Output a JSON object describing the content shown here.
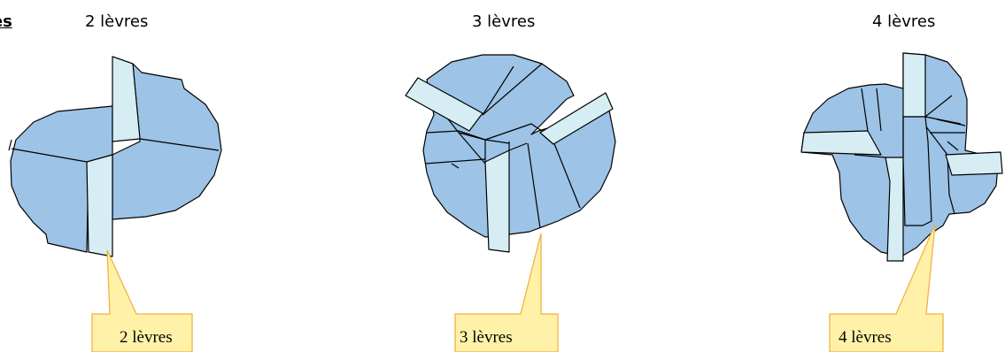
{
  "header": {
    "left_cut_label": "res",
    "title_2": "2 lèvres",
    "title_3": "3 lèvres",
    "title_4": "4 lèvres"
  },
  "callouts": {
    "c2": "2 lèvres",
    "c3": "3 lèvres",
    "c4": "4 lèvres"
  },
  "colors": {
    "body_fill": "#9dc3e6",
    "lip_fill": "#d6eef3",
    "outline": "#000000",
    "callout_fill": "#fff2a8",
    "callout_stroke": "#f3b043"
  }
}
